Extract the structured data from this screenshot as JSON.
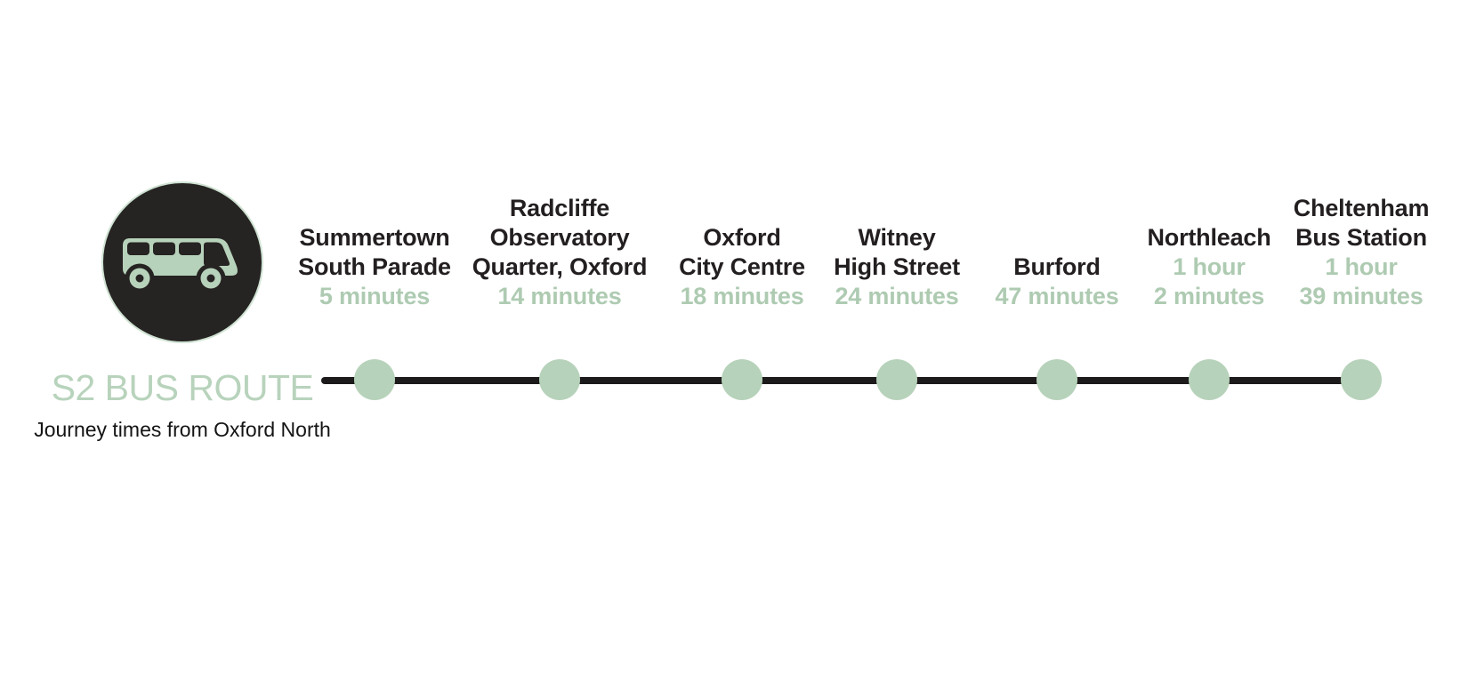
{
  "brand": {
    "title": "S2 BUS ROUTE",
    "subtitle": "Journey times from Oxford North",
    "icon": "bus-icon"
  },
  "colors": {
    "green_fill": "#b7d2ba",
    "green_text": "#aecbb2",
    "title_green": "#b8d3bc",
    "dark": "#262323",
    "line": "#1d1a1b",
    "name_text": "#231f20"
  },
  "route": {
    "origin": "Oxford North",
    "stops": [
      {
        "name_lines": [
          "Summertown",
          "South Parade"
        ],
        "time_lines": [
          "5 minutes"
        ]
      },
      {
        "name_lines": [
          "Radcliffe",
          "Observatory",
          "Quarter, Oxford"
        ],
        "time_lines": [
          "14 minutes"
        ]
      },
      {
        "name_lines": [
          "Oxford",
          "City Centre"
        ],
        "time_lines": [
          "18 minutes"
        ]
      },
      {
        "name_lines": [
          "Witney",
          "High Street"
        ],
        "time_lines": [
          "24 minutes"
        ]
      },
      {
        "name_lines": [
          "Burford"
        ],
        "time_lines": [
          "47 minutes"
        ]
      },
      {
        "name_lines": [
          "Northleach"
        ],
        "time_lines": [
          "1 hour",
          "2 minutes"
        ]
      },
      {
        "name_lines": [
          "Cheltenham",
          "Bus Station"
        ],
        "time_lines": [
          "1 hour",
          "39 minutes"
        ]
      }
    ]
  }
}
